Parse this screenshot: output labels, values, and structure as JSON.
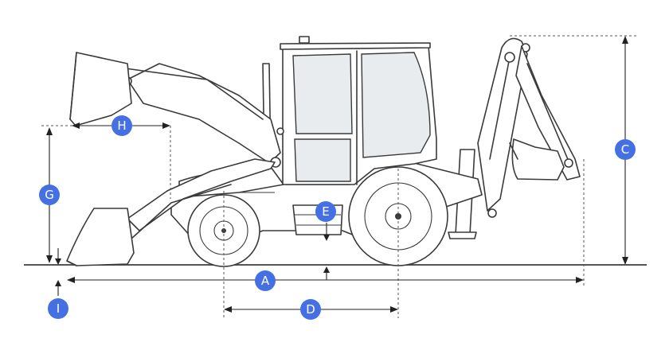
{
  "diagram": {
    "labels": {
      "A": "A",
      "B": "",
      "C": "C",
      "D": "D",
      "E": "E",
      "G": "G",
      "H": "H",
      "I": "I"
    },
    "colors": {
      "badge": "#4470e4",
      "line": "#3a3a3a",
      "ground": "#555555"
    }
  }
}
